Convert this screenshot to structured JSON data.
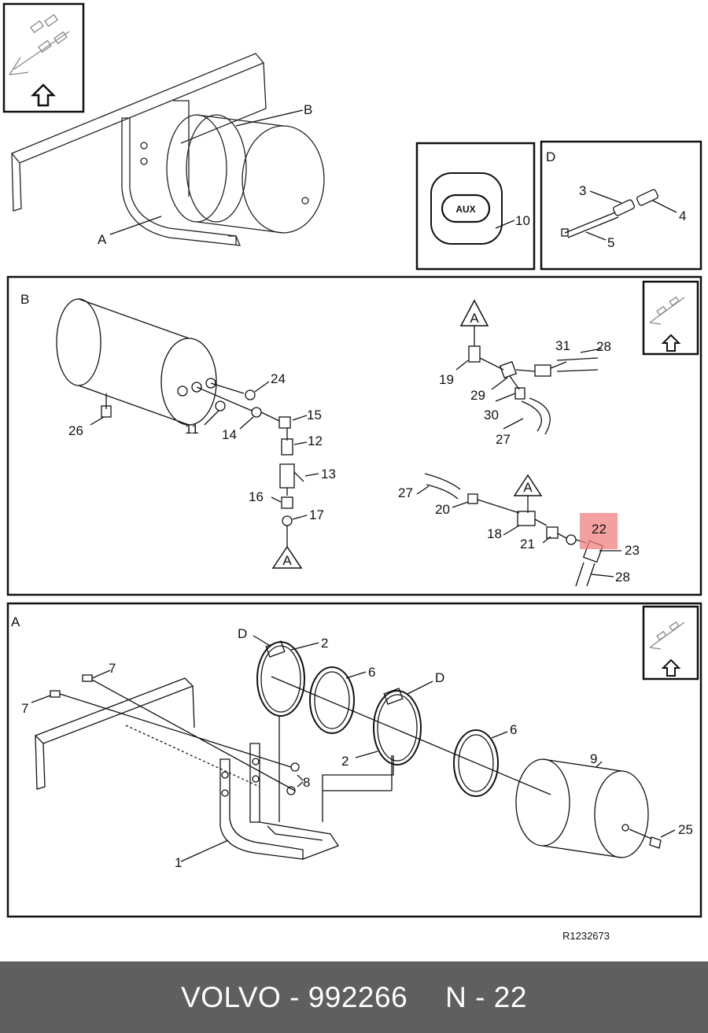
{
  "sections": {
    "B": "B",
    "A": "A",
    "D": "D"
  },
  "aux_label": "AUX",
  "callouts": {
    "overview_B": "B",
    "overview_A": "A",
    "p10": "10",
    "p3": "3",
    "p4": "4",
    "p5": "5",
    "p24": "24",
    "p26": "26",
    "p11": "11",
    "p14": "14",
    "p15": "15",
    "p12": "12",
    "p13": "13",
    "p16": "16",
    "p17": "17",
    "p19": "19",
    "p31": "31",
    "p28a": "28",
    "p29": "29",
    "p30": "30",
    "p27a": "27",
    "p27b": "27",
    "p20": "20",
    "p18": "18",
    "p21": "21",
    "p22": "22",
    "p23": "23",
    "p28b": "28",
    "d1": "D",
    "p2a": "2",
    "p6a": "6",
    "d2": "D",
    "p7a": "7",
    "p7b": "7",
    "p2b": "2",
    "p8": "8",
    "p6b": "6",
    "p9": "9",
    "p25": "25",
    "p1": "1"
  },
  "triangle_labels": {
    "b_bottom": "A",
    "b_top": "A",
    "b_mid": "A"
  },
  "reference": "R1232673",
  "highlight_color": "#f08080",
  "footer": {
    "brand_part": "VOLVO - 992266",
    "page_ref": "N - 22"
  }
}
